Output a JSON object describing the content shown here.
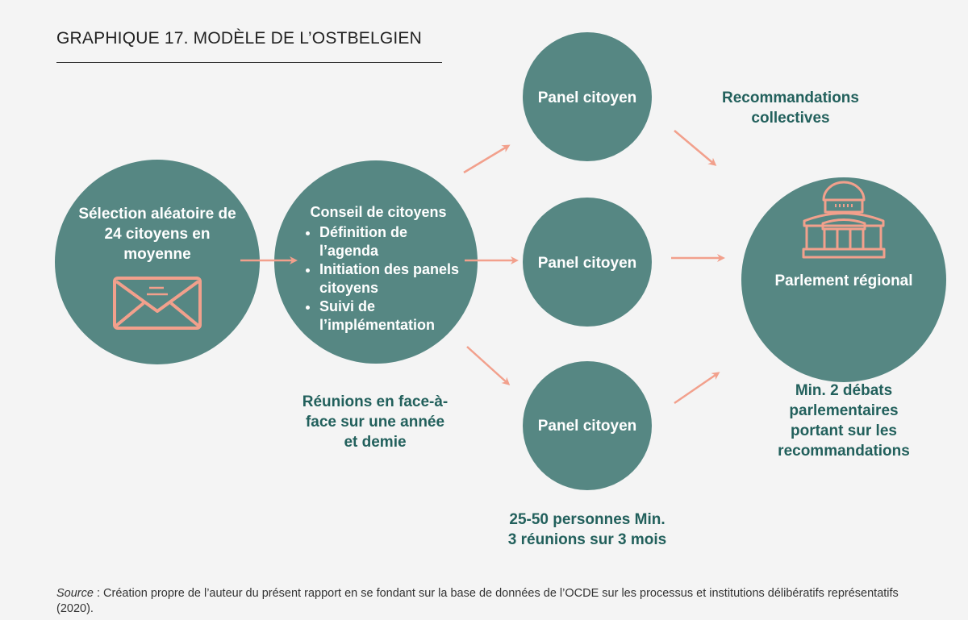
{
  "title": "GRAPHIQUE 17. MODÈLE DE L’OSTBELGIEN",
  "colors": {
    "circle": "#568783",
    "arrow": "#f2a08c",
    "label": "#22605c",
    "background": "#f4f4f4"
  },
  "selection": {
    "label": "Sélection aléatoire de 24 citoyens en moyenne",
    "icon": "envelope-icon"
  },
  "conseil": {
    "heading": "Conseil de citoyens",
    "items": [
      "Définition de l’agenda",
      "Initiation des panels citoyens",
      "Suivi de l’implémentation"
    ],
    "note": "Réunions en face-à-face sur une année et demie"
  },
  "panels": [
    {
      "label": "Panel citoyen"
    },
    {
      "label": "Panel citoyen"
    },
    {
      "label": "Panel citoyen"
    }
  ],
  "panel_note": "25-50 personnes Min. 3 réunions sur 3 mois",
  "recommandations": "Recommandations collectives",
  "parlement": {
    "label": "Parlement régional",
    "icon": "parliament-icon",
    "note": "Min. 2 débats parlementaires portant sur les recommandations"
  },
  "source": {
    "prefix": "Source",
    "text": " : Création propre de l’auteur du présent rapport en se fondant sur la base de données de l’OCDE sur les processus et institutions délibératifs représentatifs (2020)."
  }
}
